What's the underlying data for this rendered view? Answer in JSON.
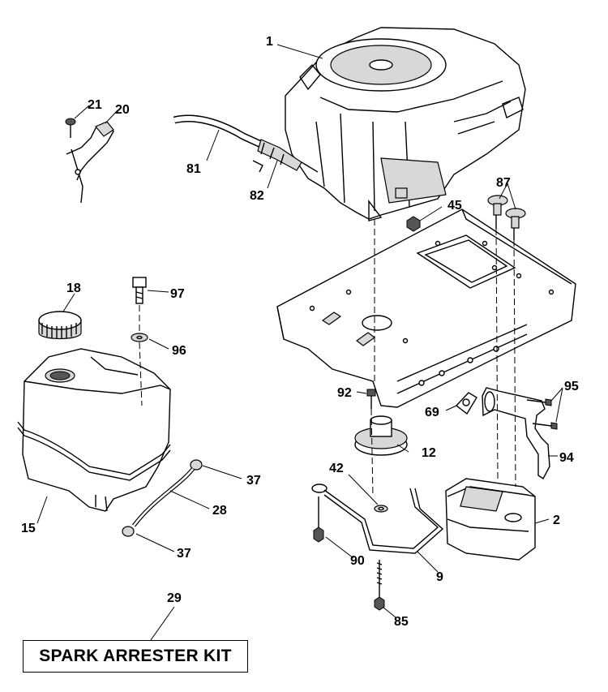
{
  "labels": {
    "p1": "1",
    "p2": "2",
    "p9": "9",
    "p12": "12",
    "p15": "15",
    "p18": "18",
    "p20": "20",
    "p21": "21",
    "p28": "28",
    "p29": "29",
    "p37a": "37",
    "p37b": "37",
    "p42": "42",
    "p45": "45",
    "p69": "69",
    "p81": "81",
    "p82": "82",
    "p85": "85",
    "p87": "87",
    "p90": "90",
    "p92": "92",
    "p94": "94",
    "p95": "95",
    "p96": "96",
    "p97": "97"
  },
  "kit": {
    "title": "SPARK ARRESTER KIT"
  }
}
